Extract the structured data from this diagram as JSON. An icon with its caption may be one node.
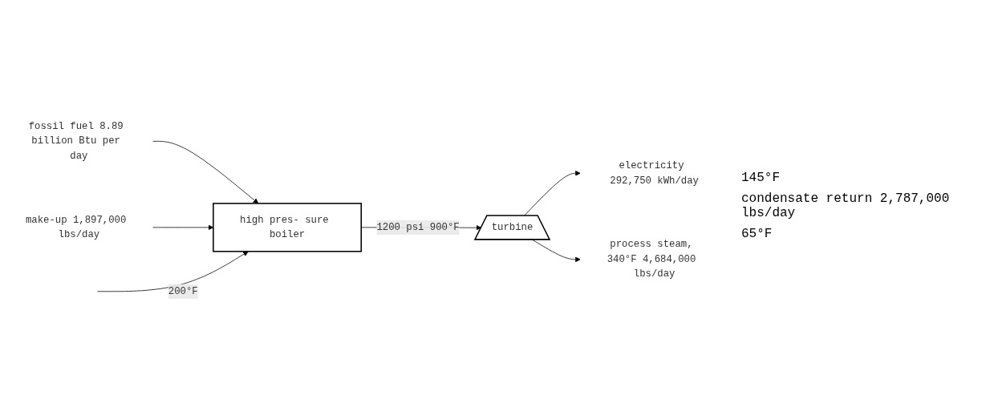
{
  "diagram": {
    "nodes": [
      {
        "text": [
          "fossil fuel 8.89 billion Btu per day"
        ]
      },
      {
        "text": [
          "high pres- sure boiler"
        ]
      },
      {
        "text": [
          "turbine"
        ]
      },
      {
        "text": [
          "electricity 292,750 kWh/day"
        ]
      },
      {
        "text": [
          "process steam, 340°F 4,684,000 lbs/day"
        ]
      },
      {
        "text": [
          "make-up 1,897,000 lbs/day"
        ]
      }
    ],
    "edges": [
      {
        "from": 0,
        "to": 1,
        "arrow": "to"
      },
      {
        "from": 1,
        "to": 2,
        "arrow": "to",
        "label": "1200 psi 900°F"
      },
      {
        "from": 2,
        "to": 3,
        "arrow": "to"
      },
      {
        "from": 2,
        "to": 4,
        "arrow": "to"
      },
      {
        "from": 5,
        "to": 1,
        "arrow": "to"
      },
      {
        "from": null,
        "to": 1,
        "arrow": "to",
        "label": "200°F"
      }
    ],
    "labels": [
      "145°F",
      "condensate return 2,787,000 lbs/day",
      "65°F"
    ]
  }
}
